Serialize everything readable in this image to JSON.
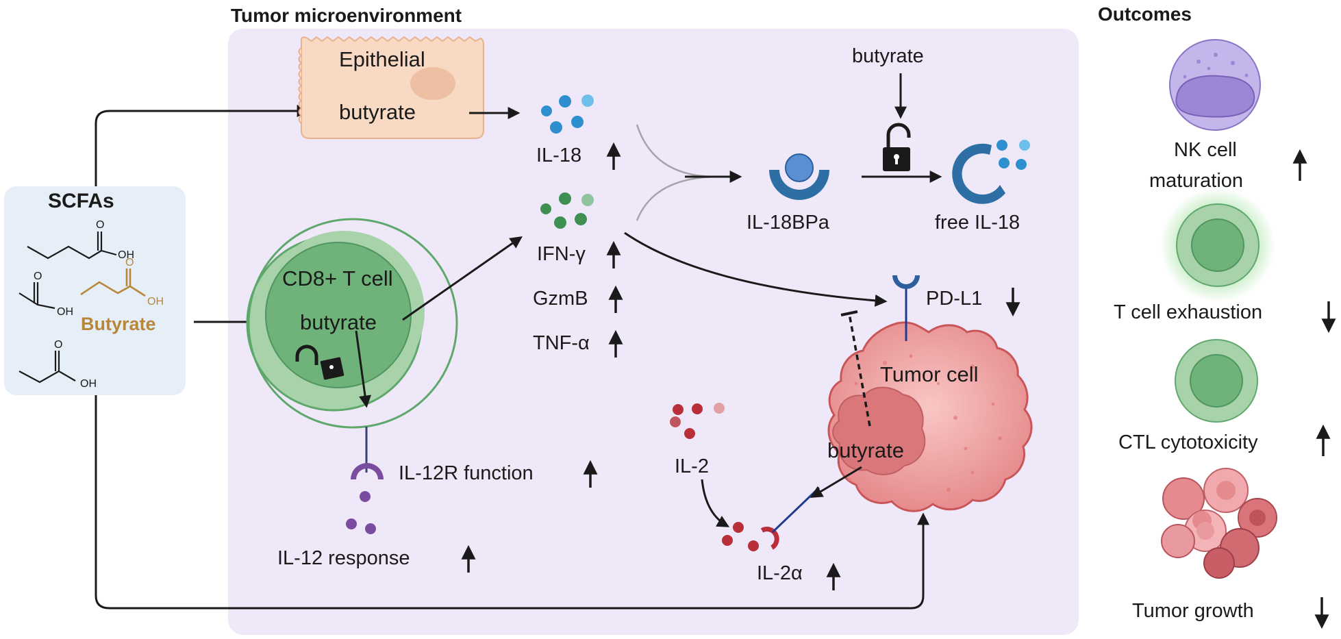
{
  "titles": {
    "tme": "Tumor microenvironment",
    "outcomes": "Outcomes"
  },
  "scfa": {
    "title": "SCFAs",
    "oh1": "OH",
    "o1": "O",
    "oh2": "OH",
    "o2": "O",
    "oh3": "OH",
    "o3": "O",
    "oh4": "OH",
    "o4": "O",
    "butyrate_label": "Butyrate",
    "butyrate_color": "#b8873a"
  },
  "epithelial": {
    "title": "Epithelial",
    "inner": "butyrate"
  },
  "cd8": {
    "title": "CD8+ T cell",
    "inner": "butyrate"
  },
  "cytokines": {
    "il18": "IL-18",
    "ifng": "IFN-γ",
    "gzmb": "GzmB",
    "tnfa": "TNF-α",
    "il18bpa": "IL-18BPa",
    "free_il18": "free IL-18",
    "butyrate_top": "butyrate",
    "il12r": "IL-12R function",
    "il12": "IL-12 response",
    "il2": "IL-2",
    "il2a": "IL-2α",
    "pdl1": "PD-L1"
  },
  "tumor": {
    "title": "Tumor cell",
    "inner": "butyrate"
  },
  "outcomes": [
    {
      "line1": "NK cell",
      "line2": "maturation",
      "arrow": "up"
    },
    {
      "line1": "T cell exhaustion",
      "arrow": "down"
    },
    {
      "line1": "CTL cytotoxicity",
      "arrow": "up"
    },
    {
      "line1": "Tumor growth",
      "arrow": "down"
    }
  ],
  "colors": {
    "tme_bg": "#efe8f8",
    "scfa_bg": "#e6eef8",
    "epithelial": "#f8d9c3",
    "tcell_outer": "#a8d3aa",
    "tcell_inner": "#6fb27a",
    "tumor": "#f2a0a3",
    "tumor_nucleus": "#d9777a",
    "blue_dot": "#2e8fcf",
    "green_dot": "#3d8f52",
    "red_dot": "#b82f3a",
    "purple_dot": "#7a4c9f"
  }
}
